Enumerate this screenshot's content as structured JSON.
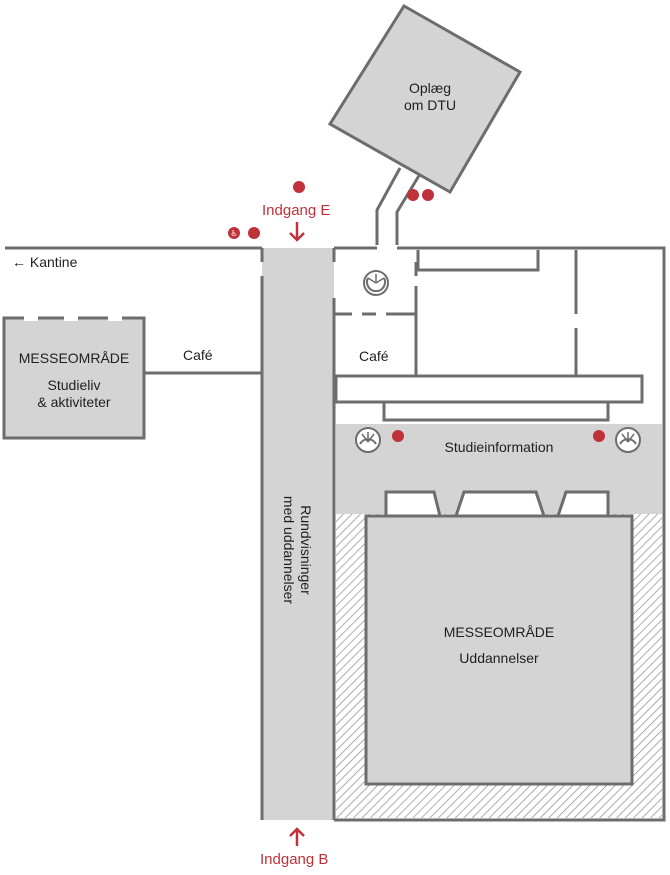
{
  "colors": {
    "wall": "#6d6d6d",
    "fill": "#d4d4d4",
    "accent": "#c0313a",
    "text": "#1f1f1f"
  },
  "labels": {
    "oplaeg": "Oplæg\nom DTU",
    "indgang_e": "Indgang E",
    "indgang_b": "Indgang B",
    "kantine": "Kantine",
    "cafe_left": "Café",
    "cafe_right": "Café",
    "messe_left_title": "MESSEOMRÅDE",
    "messe_left_sub": "Studieliv\n& aktiviteter",
    "studieinformation": "Studieinformation",
    "messe_main_title": "MESSEOMRÅDE",
    "messe_main_sub": "Uddannelser",
    "rundvisninger": "Rundvisninger\nmed uddannelser"
  },
  "icons": {
    "arrow_left": "arrow-left-icon",
    "arrow_down": "arrow-down-icon",
    "arrow_up": "arrow-up-icon",
    "toilet": "toilet-icon",
    "wheelchair": "wheelchair-icon",
    "stairs": "spiral-stairs-icon"
  }
}
